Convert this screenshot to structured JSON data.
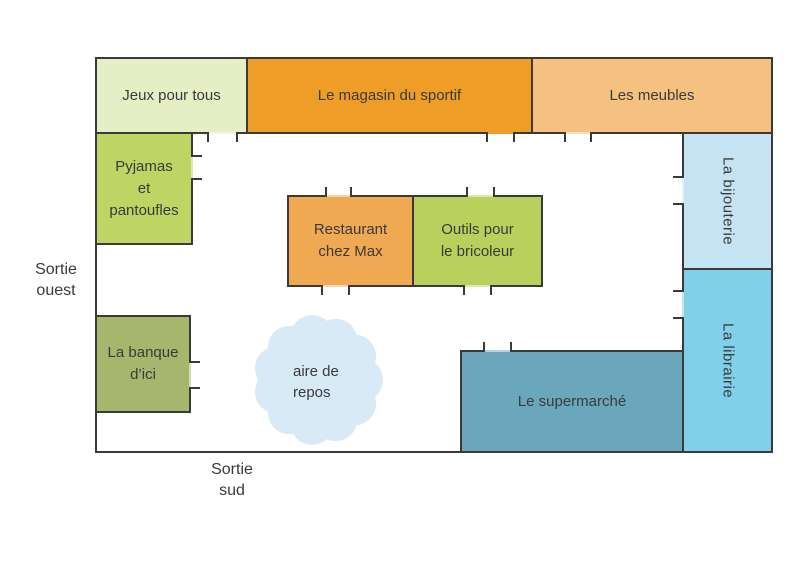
{
  "palette": {
    "wall": "#3b3a39",
    "text": "#3a3a3a",
    "background": "#ffffff"
  },
  "rooms": [
    {
      "id": "jeux-pour-tous",
      "label": "Jeux pour tous",
      "lines": [
        "Jeux pour tous"
      ],
      "color": "#e6eec6",
      "door_color": "#f2f6e0"
    },
    {
      "id": "magasin-du-sportif",
      "label": "Le magasin du sportif",
      "lines": [
        "Le magasin du sportif"
      ],
      "color": "#ee9e26",
      "door_color": "#ee9e26"
    },
    {
      "id": "les-meubles",
      "label": "Les meubles",
      "lines": [
        "Les meubles"
      ],
      "color": "#f4c180",
      "door_color": "#f9e0bb"
    },
    {
      "id": "pyjamas-et-pantoufles",
      "label": "Pyjamas et pantoufles",
      "lines": [
        "Pyjamas",
        "et",
        "pantoufles"
      ],
      "color": "#bed563",
      "door_color": "#dfeab1"
    },
    {
      "id": "banque-d-ici",
      "label": "La banque d’ici",
      "lines": [
        "La banque",
        "d’ici"
      ],
      "color": "#a6b66d",
      "door_color": "#d2dab6"
    },
    {
      "id": "restaurant-chez-max",
      "label": "Restaurant chez Max",
      "lines": [
        "Restaurant",
        "chez Max"
      ],
      "color": "#f0a953",
      "door_color": "#f7d4a9"
    },
    {
      "id": "outils-pour-le-bricoleur",
      "label": "Outils pour le bricoleur",
      "lines": [
        "Outils pour",
        "le bricoleur"
      ],
      "color": "#b9d15c",
      "door_color": "#dce8ae"
    },
    {
      "id": "la-bijouterie",
      "label": "La bijouterie",
      "lines": [
        "La bijouterie"
      ],
      "color": "#c5e3f2",
      "door_color": "#e2f1fa"
    },
    {
      "id": "la-librairie",
      "label": "La librairie",
      "lines": [
        "La librairie"
      ],
      "color": "#7fd0e8",
      "door_color": "#bfe7f3"
    },
    {
      "id": "le-supermarche",
      "label": "Le supermarché",
      "lines": [
        "Le supermarché"
      ],
      "color": "#6aa7bd",
      "door_color": "#b4d3de"
    }
  ],
  "rest_area": {
    "label": "aire de repos",
    "lines": [
      "aire de",
      "repos"
    ],
    "color": "#d9eaf7"
  },
  "exits": [
    {
      "id": "ouest",
      "label": "Sortie ouest",
      "lines": [
        "Sortie",
        "ouest"
      ]
    },
    {
      "id": "sud",
      "label": "Sortie sud",
      "lines": [
        "Sortie",
        "sud"
      ]
    }
  ]
}
